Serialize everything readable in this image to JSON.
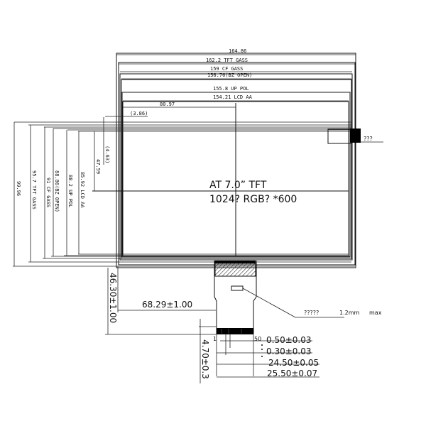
{
  "drawing": {
    "title_line1": "AT 7.0”  TFT",
    "title_line2": "1024? RGB? *600",
    "horizontal_dims": [
      {
        "label": "164.86"
      },
      {
        "label": "162.2 TFT GASS"
      },
      {
        "label": "159 CF GASS"
      },
      {
        "label": "156.76(BZ OPEN)"
      },
      {
        "label": "155.8 UP POL"
      },
      {
        "label": "154.21 LCD AA"
      },
      {
        "label": "80.97"
      },
      {
        "label": "(3.86)"
      }
    ],
    "vertical_dims": [
      {
        "label": "99.96"
      },
      {
        "label": "95.7 TFT GASS"
      },
      {
        "label": "91 CF GASS"
      },
      {
        "label": "88.86(BZ OPEN)"
      },
      {
        "label": "88.2 UP POL"
      },
      {
        "label": "85.92 LCD AA"
      },
      {
        "label": "47.59"
      },
      {
        "label": "(4.63)"
      }
    ],
    "fpc": {
      "height_dim": "46.30±1.00",
      "offset_dim": "68.29±1.00",
      "tab_dim": "4.70±0.3",
      "stiffener_note": "?????",
      "stiffener_thickness": "1.2mm",
      "stiffener_suffix": "max",
      "pin_first": "1",
      "pin_last": "50",
      "pitch_dims": [
        "0.50±0.03",
        "0.30±0.03",
        "24.50±0.05",
        "25.50±0.07"
      ]
    },
    "side_note": "???"
  }
}
